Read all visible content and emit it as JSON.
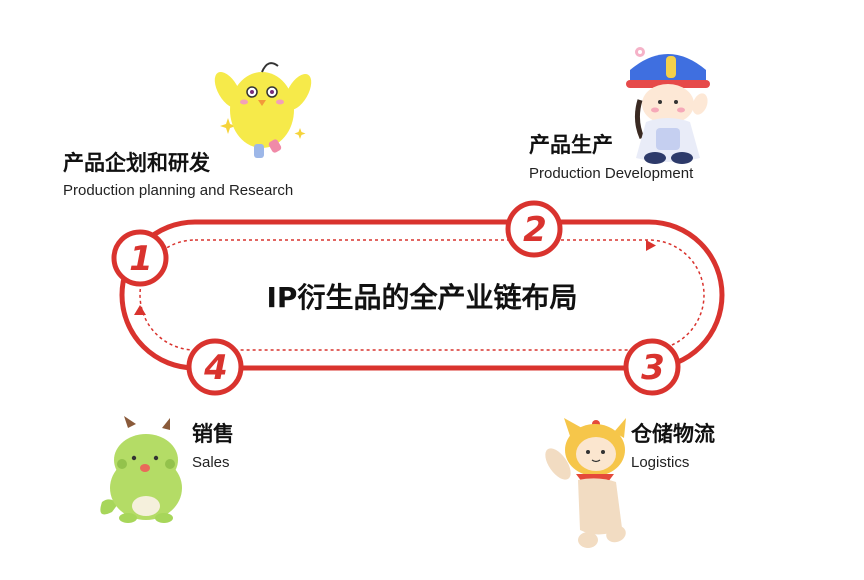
{
  "center_title": "IP衍生品的全产业链布局",
  "colors": {
    "accent_red": "#d9332e",
    "accent_red_dark": "#c92a25",
    "text_black": "#111111",
    "text_gray": "#222222",
    "badge_fill": "#ffffff"
  },
  "stages": [
    {
      "number": "1",
      "title_zh": "产品企划和研发",
      "title_en": "Production planning and Research",
      "mascot": "yellow-chick-mascot"
    },
    {
      "number": "2",
      "title_zh": "产品生产",
      "title_en": "Production Development",
      "mascot": "girl-with-blue-hat-mascot"
    },
    {
      "number": "3",
      "title_zh": "仓储物流",
      "title_en": "Logistics",
      "mascot": "cat-in-yellow-hood-mascot"
    },
    {
      "number": "4",
      "title_zh": "销售",
      "title_en": "Sales",
      "mascot": "green-dragon-mascot"
    }
  ]
}
